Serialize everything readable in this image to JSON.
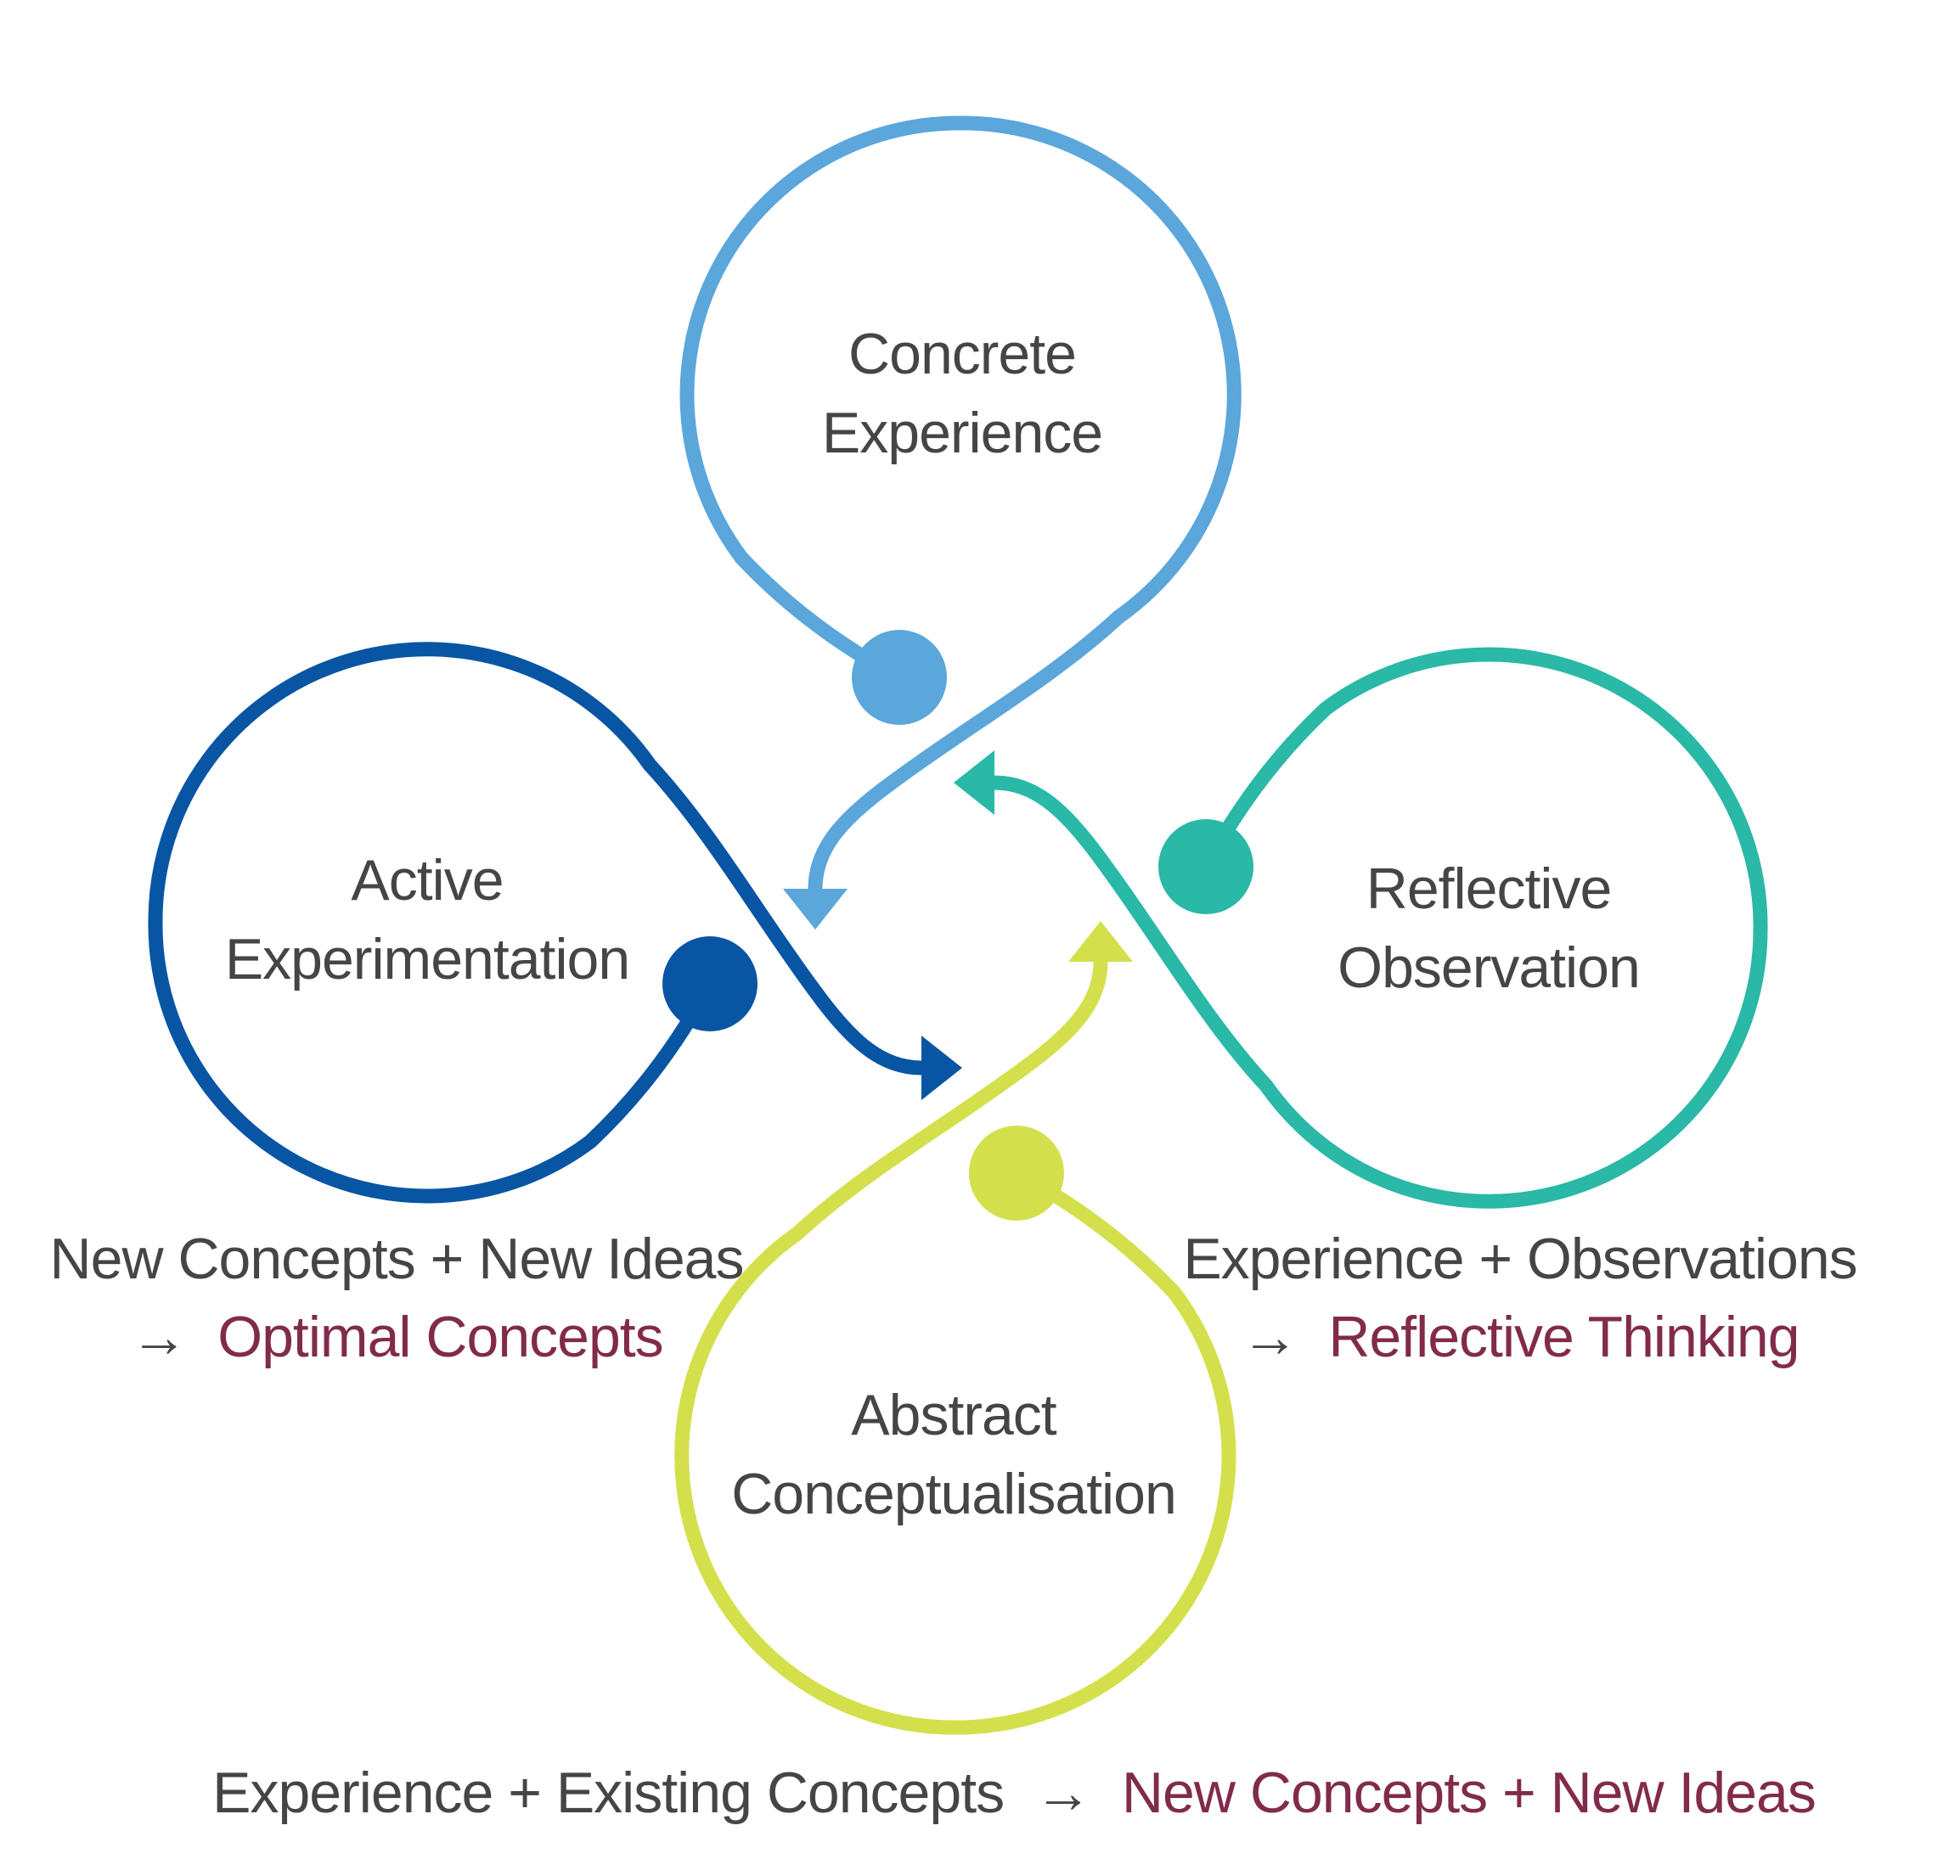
{
  "diagram": {
    "type": "learning-cycle-pinwheel",
    "loops": [
      {
        "id": "concrete-experience",
        "position": "top",
        "label_lines": [
          "Concrete",
          "Experience"
        ],
        "color": "#5BA6DB"
      },
      {
        "id": "reflective-observation",
        "position": "right",
        "label_lines": [
          "Reflective",
          "Observation"
        ],
        "color": "#2AB8A7"
      },
      {
        "id": "abstract-conceptualisation",
        "position": "bottom",
        "label_lines": [
          "Abstract",
          "Conceptualisation"
        ],
        "color": "#D3E04C"
      },
      {
        "id": "active-experimentation",
        "position": "left",
        "label_lines": [
          "Active",
          "Experimentation"
        ],
        "color": "#0855A4"
      }
    ],
    "annotations": {
      "left": {
        "line1": "New Concepts + New Ideas",
        "arrow": "→",
        "highlight": "Optimal Concepts"
      },
      "right": {
        "line1": "Experience + Observations",
        "arrow": "→",
        "highlight": "Reflective Thinking"
      },
      "bottom": {
        "prefix": "Experience + Existing Concepts",
        "arrow": "→",
        "highlight": "New Concepts + New Ideas"
      }
    },
    "colors": {
      "text": "#454547",
      "highlight": "#812B4B",
      "background": "#FFFFFF"
    }
  }
}
